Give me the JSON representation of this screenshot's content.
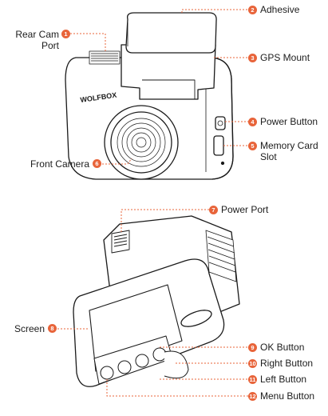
{
  "accent": "#e8643a",
  "callouts": [
    {
      "num": "1",
      "label": "Rear Cam\nPort"
    },
    {
      "num": "2",
      "label": "Adhesive"
    },
    {
      "num": "3",
      "label": "GPS Mount"
    },
    {
      "num": "4",
      "label": "Power Button"
    },
    {
      "num": "5",
      "label": "Memory Card\nSlot"
    },
    {
      "num": "6",
      "label": "Front Camera"
    },
    {
      "num": "7",
      "label": "Power Port"
    },
    {
      "num": "8",
      "label": "Screen"
    },
    {
      "num": "9",
      "label": "OK Button"
    },
    {
      "num": "10",
      "label": "Right Button"
    },
    {
      "num": "11",
      "label": "Left Button"
    },
    {
      "num": "12",
      "label": "Menu Button"
    }
  ],
  "brand_text": "WOLFBOX"
}
